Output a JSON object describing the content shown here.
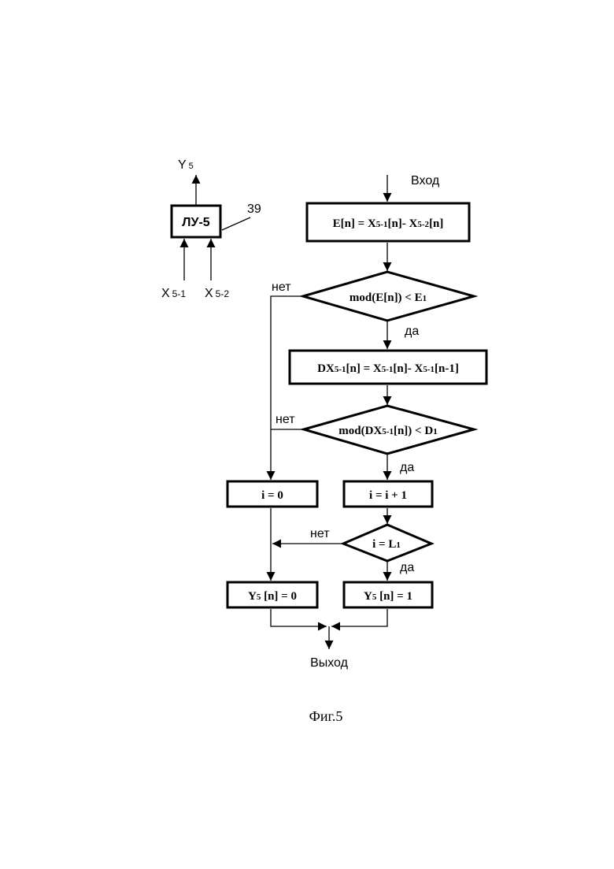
{
  "block": {
    "output_label": "Y",
    "output_sub": "5",
    "name": "ЛУ-5",
    "ref": "39",
    "input1_label": "X",
    "input1_sub": "5-1",
    "input2_label": "X",
    "input2_sub": "5-2"
  },
  "flow": {
    "entry": "Вход",
    "exit": "Выход",
    "box1": {
      "a": "E[n] = X",
      "a_sub": "5-1",
      "b": "[n]- X",
      "b_sub": "5-2",
      "c": "[n]"
    },
    "cond1": {
      "a": "mod(E[n]) < E",
      "a_sub": "1"
    },
    "box2": {
      "a": "DX",
      "a_sub": "5-1",
      "b": "[n] = X",
      "b_sub": "5-1",
      "c": "[n]- X",
      "c_sub": "5-1",
      "d": "[n-1]"
    },
    "cond2": {
      "a": "mod(DX",
      "a_sub": "5-1",
      "b": "[n]) < D",
      "b_sub": "1"
    },
    "reset": "i = 0",
    "increment": "i = i + 1",
    "cond3": {
      "a": "i = L",
      "a_sub": "1"
    },
    "out0": {
      "a": "Y",
      "a_sub": "5",
      "b": " [n] = 0"
    },
    "out1": {
      "a": "Y",
      "a_sub": "5",
      "b": " [n] = 1"
    },
    "yes": "да",
    "no": "нет"
  },
  "caption": "Фиг.5"
}
